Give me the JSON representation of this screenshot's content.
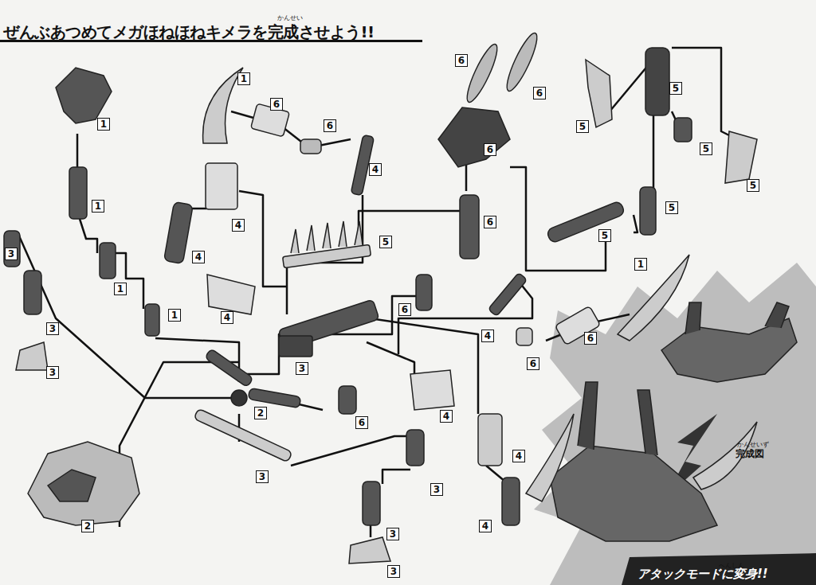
{
  "diagram": {
    "title": "ぜんぶあつめてメガほねほねキメラを完成させよう!!",
    "labels": [
      "かんせい",
      "1",
      "1",
      "6",
      "6",
      "4",
      "6",
      "6",
      "6",
      "5",
      "5",
      "5",
      "5",
      "5",
      "5",
      "6",
      "5",
      "1",
      "3",
      "1",
      "1",
      "4",
      "4",
      "4",
      "3",
      "3",
      "3",
      "6",
      "4",
      "1",
      "6",
      "6",
      "2",
      "6",
      "4",
      "4",
      "4",
      "3",
      "3",
      "3",
      "3",
      "2",
      "かんせいず",
      "完成図",
      "へんしん",
      "アタックモードに変身!!"
    ]
  }
}
